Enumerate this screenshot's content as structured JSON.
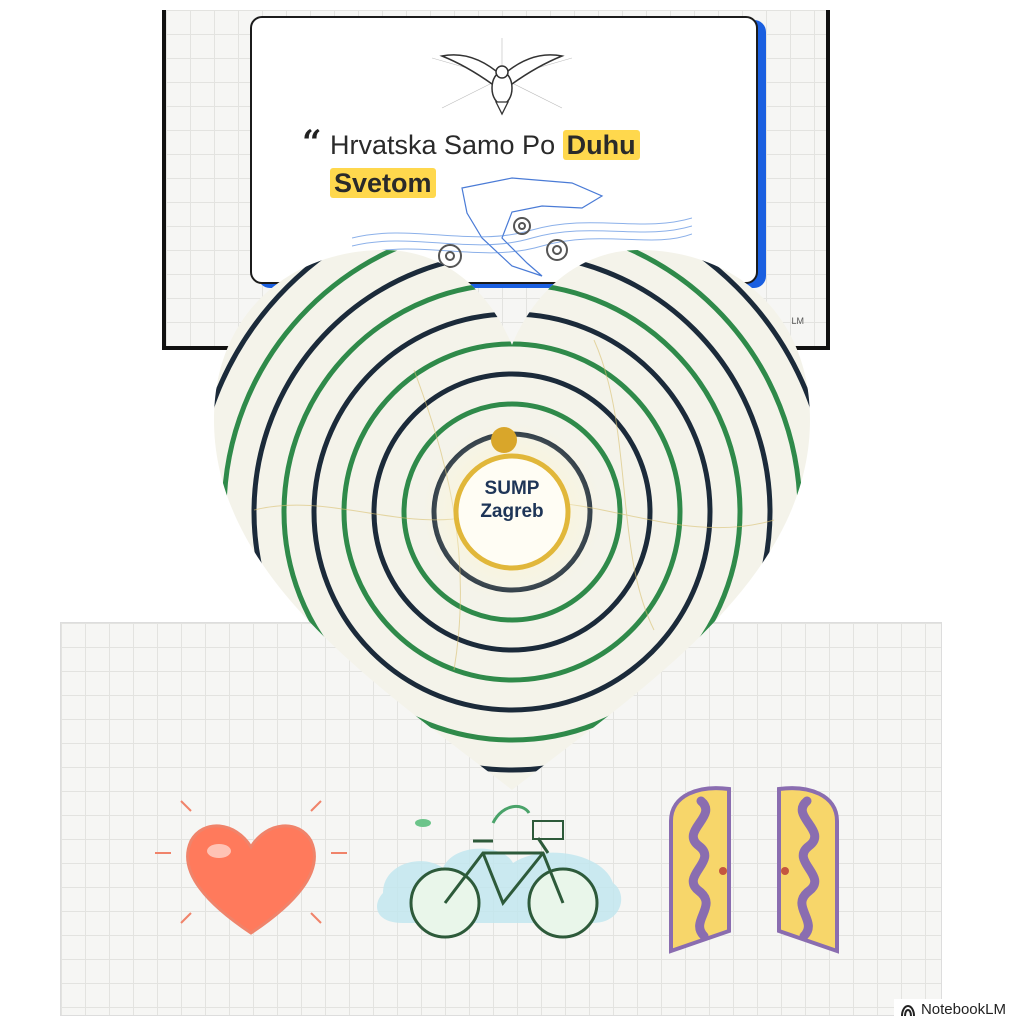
{
  "top_slide": {
    "title_part1": "Hrvatska Samo Po ",
    "title_highlight1": "Duhu",
    "title_highlight2": "Svetom",
    "quote_mark": "“",
    "watermark_fragment": "LM"
  },
  "center": {
    "label_line1": "SUMP",
    "label_line2": "Zagreb"
  },
  "bottom_slide": {
    "icons": [
      "heart-icon",
      "bicycle-icon",
      "open-doors-icon"
    ]
  },
  "badge": {
    "text": "NotebookLM"
  },
  "colors": {
    "highlight": "#ffd84d",
    "accent_blue": "#1a5fe0",
    "ring_dark": "#1b2a3a",
    "ring_green": "#2f8a4a",
    "gold": "#d9a62a"
  }
}
